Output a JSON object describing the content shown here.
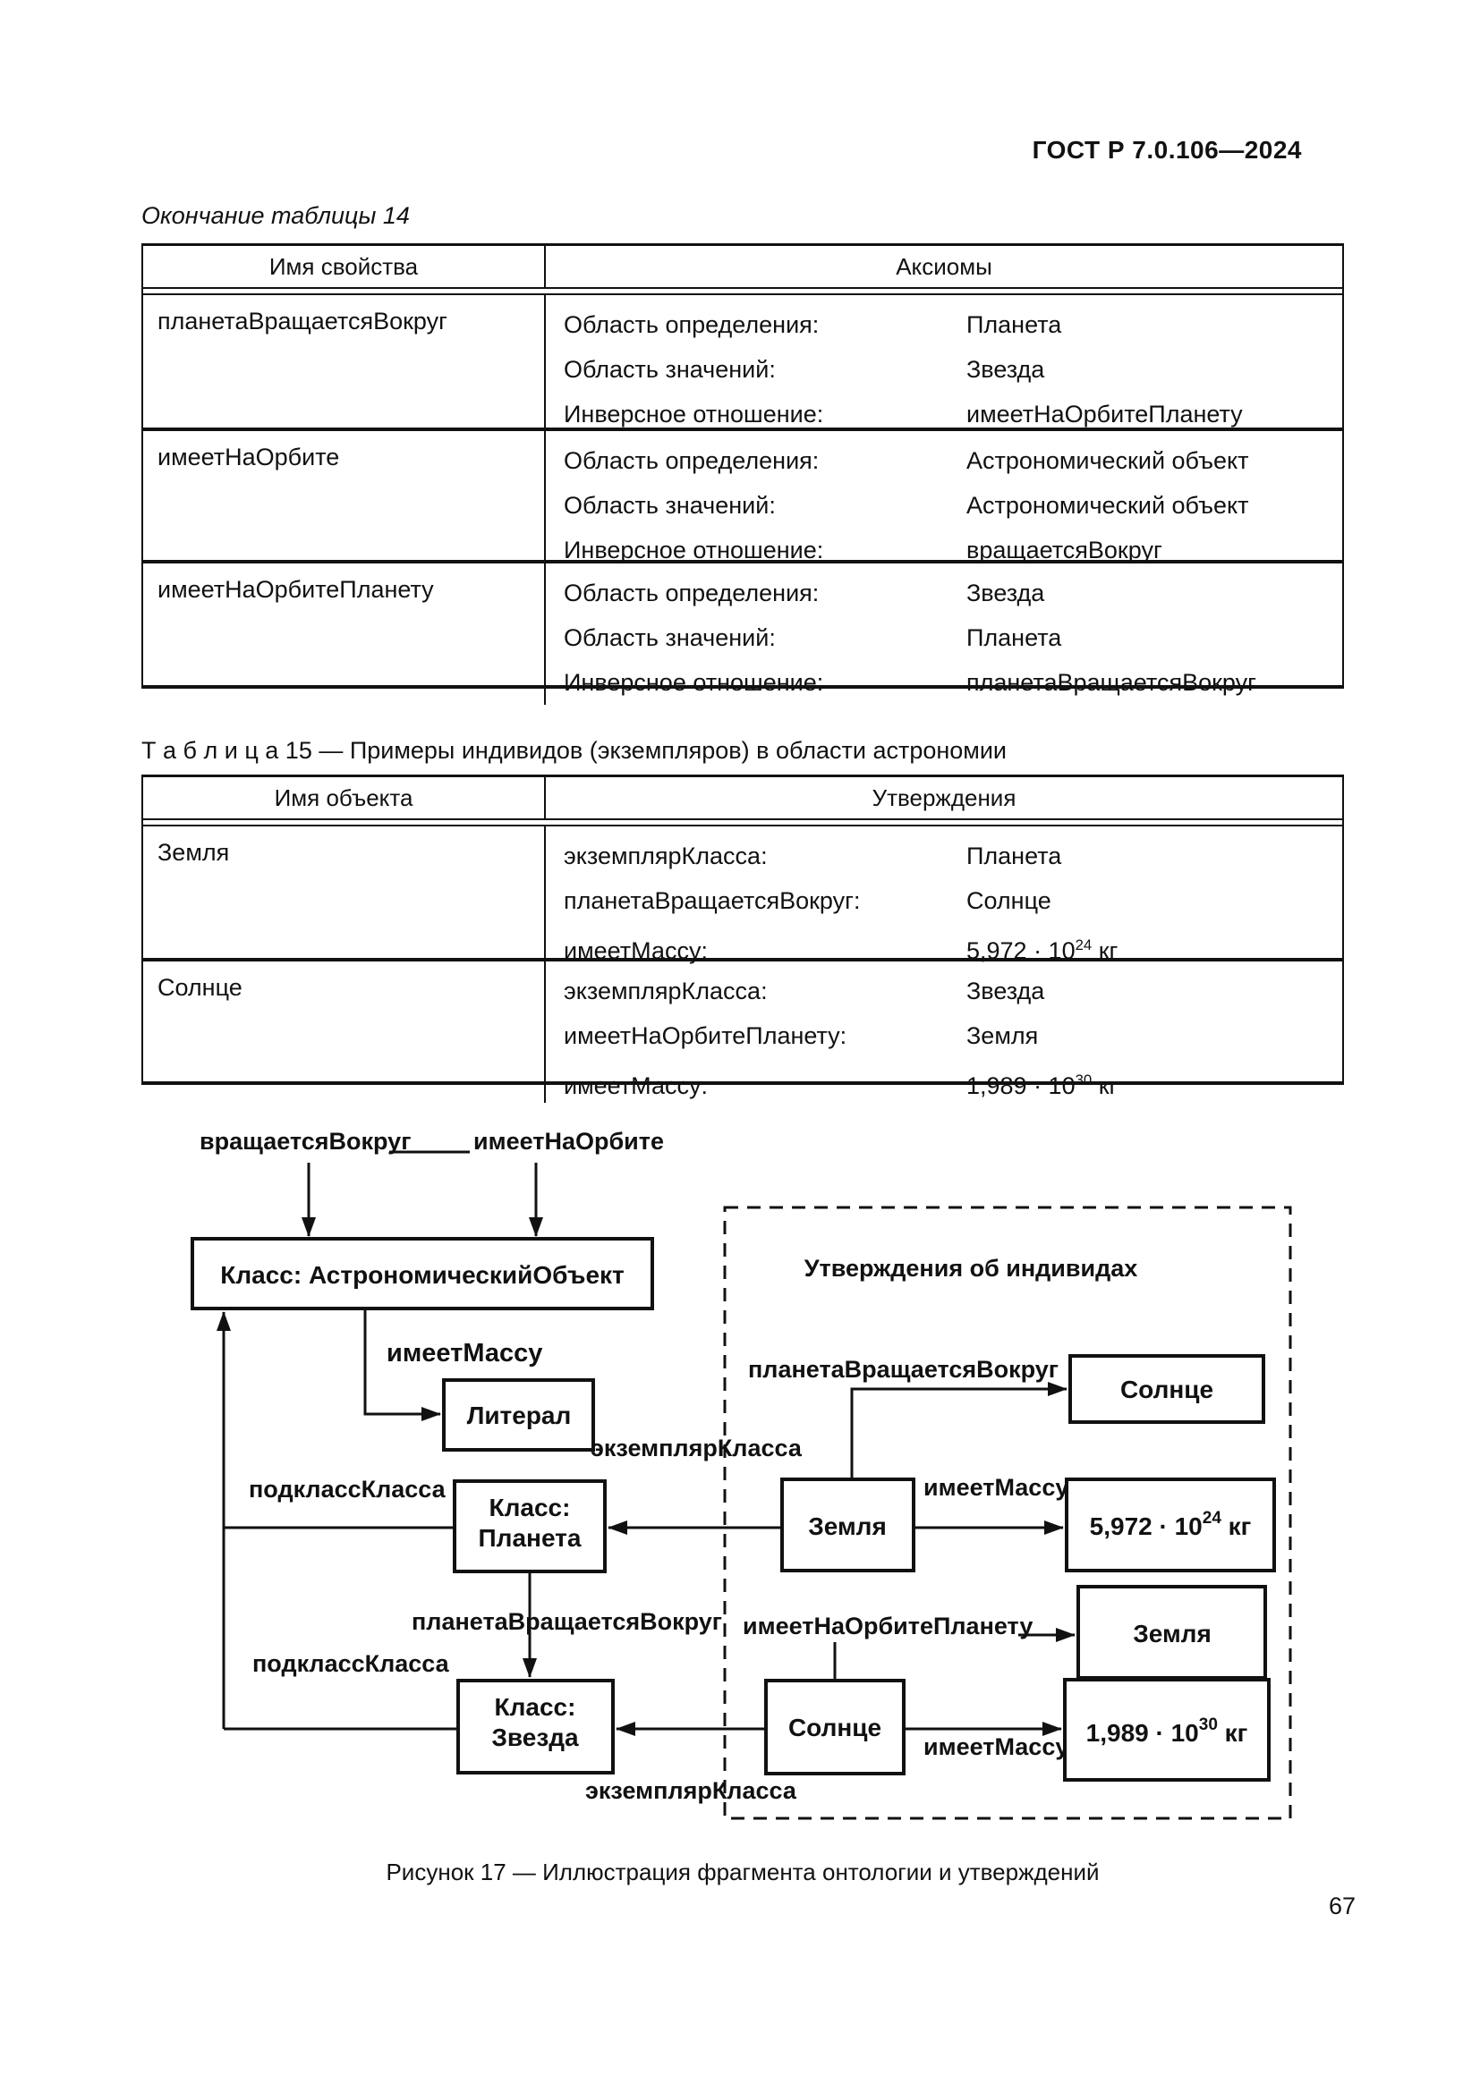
{
  "page": {
    "header": "ГОСТ Р 7.0.106—2024",
    "continuation": "Окончание таблицы 14",
    "figure_caption": "Рисунок 17 — Иллюстрация фрагмента онтологии и утверждений",
    "number": "67"
  },
  "colors": {
    "ink": "#111111",
    "paper": "#ffffff"
  },
  "table14": {
    "columns": [
      "Имя свойства",
      "Аксиомы"
    ],
    "rows": [
      {
        "name": "планетаВращаетсяВокруг",
        "lines": [
          {
            "label": "Область определения:",
            "value": "Планета"
          },
          {
            "label": "Область значений:",
            "value": "Звезда"
          },
          {
            "label": "Инверсное отношение:",
            "value": "имеетНаОрбитеПланету"
          }
        ]
      },
      {
        "name": "имеетНаОрбите",
        "lines": [
          {
            "label": "Область определения:",
            "value": "Астрономический объект"
          },
          {
            "label": "Область значений:",
            "value": "Астрономический объект"
          },
          {
            "label": "Инверсное отношение:",
            "value": "вращаетсяВокруг"
          }
        ]
      },
      {
        "name": "имеетНаОрбитеПланету",
        "lines": [
          {
            "label": "Область определения:",
            "value": "Звезда"
          },
          {
            "label": "Область значений:",
            "value": "Планета"
          },
          {
            "label": "Инверсное отношение:",
            "value": "планетаВращаетсяВокруг"
          }
        ]
      }
    ]
  },
  "table15": {
    "title": "Т а б л и ц а  15 — Примеры индивидов (экземпляров) в области астрономии",
    "columns": [
      "Имя объекта",
      "Утверждения"
    ],
    "rows": [
      {
        "name": "Земля",
        "lines": [
          {
            "label": "экземплярКласса:",
            "value": "Планета"
          },
          {
            "label": "планетаВращаетсяВокруг:",
            "value": "Солнце"
          },
          {
            "label": "имеетМассу:",
            "value": "5,972 · 10",
            "sup": "24",
            "unit": " кг"
          }
        ]
      },
      {
        "name": "Солнце",
        "lines": [
          {
            "label": "экземплярКласса:",
            "value": "Звезда"
          },
          {
            "label": "имеетНаОрбитеПланету:",
            "value": "Земля"
          },
          {
            "label": "имеетМассу:",
            "value": "1,989 · 10",
            "sup": "30",
            "unit": " кг"
          }
        ]
      }
    ]
  },
  "diagram": {
    "label_rotates_around": "вращаетсяВокруг",
    "label_has_on_orbit": "имеетНаОрбите",
    "box_class_astro": "Класс: АстрономическийОбъект",
    "label_has_mass": "имеетМассу",
    "box_literal": "Литерал",
    "group_title": "Утверждения об индивидах",
    "label_planet_rotates_around_top": "планетаВращаетсяВокруг",
    "box_sun_top": "Солнце",
    "label_instance_of_top": "экземплярКласса",
    "label_subclass_of_top": "подклассКласса",
    "box_class_planet_line1": "Класс:",
    "box_class_planet_line2": "Планета",
    "box_earth": "Земля",
    "label_has_mass_top": "имеетМассу",
    "mass_earth_main": "5,972 · 10",
    "mass_earth_sup": "24",
    "mass_earth_unit": " кг",
    "label_planet_rotates_around_mid": "планетаВращаетсяВокруг",
    "label_has_on_orbit_planet": "имеетНаОрбитеПланету",
    "box_earth_right": "Земля",
    "label_subclass_of_bottom": "подклассКласса",
    "box_class_star_line1": "Класс:",
    "box_class_star_line2": "Звезда",
    "box_sun_bottom": "Солнце",
    "label_has_mass_bottom": "имеетМассу",
    "mass_sun_main": "1,989 · 10",
    "mass_sun_sup": "30",
    "mass_sun_unit": " кг",
    "label_instance_of_bottom": "экземплярКласса"
  }
}
